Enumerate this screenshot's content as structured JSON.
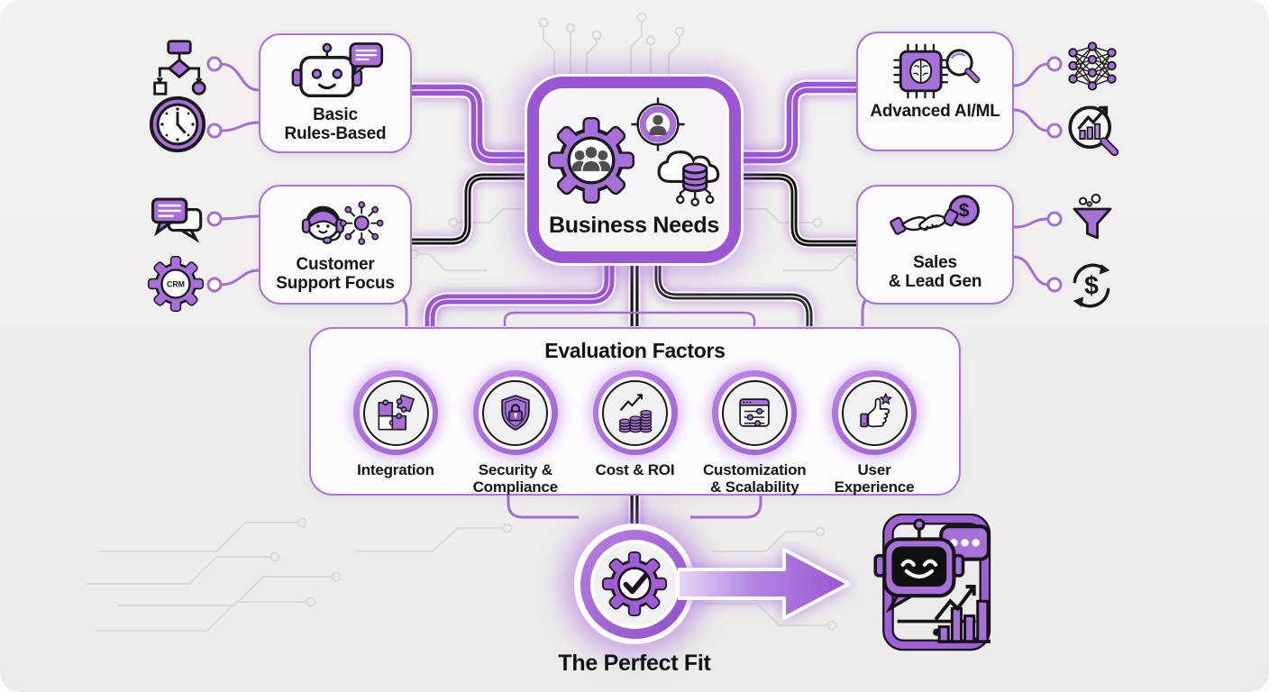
{
  "center_node": {
    "label": "Business Needs",
    "icons": [
      "gear-team-icon",
      "target-user-icon",
      "cloud-database-icon"
    ]
  },
  "option_cards": {
    "basic": {
      "line1": "Basic",
      "line2": "Rules-Based",
      "icons": [
        "robot-icon",
        "speech-bubble-icon"
      ]
    },
    "advanced": {
      "line1": "Advanced AI/ML",
      "line2": "",
      "icons": [
        "chip-brain-icon",
        "magnifier-icon"
      ]
    },
    "customer": {
      "line1": "Customer",
      "line2": "Support Focus",
      "icons": [
        "support-agent-icon",
        "hub-network-icon"
      ]
    },
    "sales": {
      "line1": "Sales",
      "line2": "& Lead Gen",
      "icons": [
        "handshake-icon",
        "dollar-coin-icon"
      ]
    }
  },
  "evaluation": {
    "title": "Evaluation Factors",
    "factors": [
      {
        "line1": "Integration",
        "line2": "",
        "icon": "puzzle-icon"
      },
      {
        "line1": "Security &",
        "line2": "Compliance",
        "icon": "shield-lock-icon"
      },
      {
        "line1": "Cost & ROI",
        "line2": "",
        "icon": "coin-stacks-growth-icon"
      },
      {
        "line1": "Customization",
        "line2": "& Scalability",
        "icon": "settings-sliders-icon"
      },
      {
        "line1": "User",
        "line2": "Experience",
        "icon": "thumbs-up-star-icon"
      }
    ]
  },
  "result": {
    "label": "The Perfect Fit",
    "icon": "gear-checkmark-icon"
  },
  "outcome_illustration": {
    "icon": "chatbot-tablet-illustration"
  },
  "glyphs": {
    "crm": "CRM",
    "dollar_coin": "$",
    "dollar_cycle": "$"
  },
  "side_icons": {
    "left_top": [
      "flowchart-icon",
      "clock-icon"
    ],
    "left_middle": [
      "chat-bubbles-icon",
      "crm-gear-icon"
    ],
    "right_top": [
      "neural-network-icon",
      "analytics-magnifier-icon"
    ],
    "right_middle": [
      "lead-funnel-icon",
      "dollar-cycle-icon"
    ]
  },
  "colors": {
    "purple": "#9b57d3",
    "purple_soft": "#a76fd9",
    "ink": "#1a1a1a",
    "background": "#f0efed",
    "card_border": "#aa74d8"
  }
}
